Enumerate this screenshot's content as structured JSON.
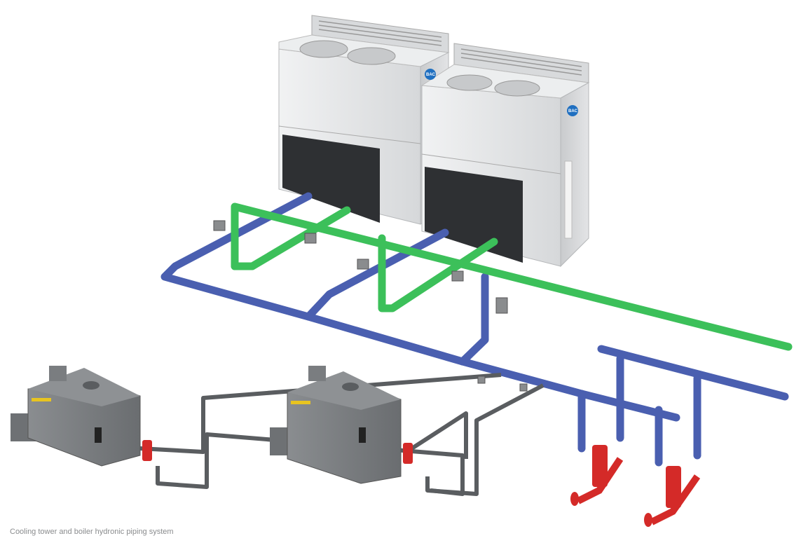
{
  "scene": {
    "title": "Cooling tower and boiler hydronic piping system",
    "cooling_towers": [
      {
        "logo": "BAC"
      },
      {
        "logo": "BAC"
      }
    ],
    "colors": {
      "condenser_supply": "#4a5fb0",
      "condenser_return": "#3cc05a",
      "heating_water": "#5a5d60",
      "pumps": "#d42a28",
      "tower_panel": "#e4e6e8",
      "tower_fill": "#2e3033",
      "boiler": "#7d8084"
    }
  }
}
